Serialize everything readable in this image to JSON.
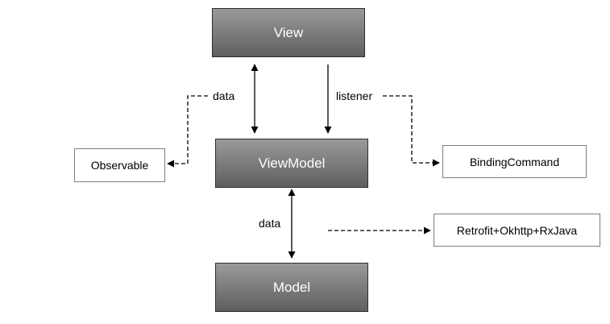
{
  "nodes": {
    "view": "View",
    "viewmodel": "ViewModel",
    "model": "Model",
    "observable": "Observable",
    "binding_command": "BindingCommand",
    "network_stack": "Retrofit+Okhttp+RxJava"
  },
  "edge_labels": {
    "view_vm_data": "data",
    "view_vm_listener": "listener",
    "vm_model_data": "data"
  },
  "colors": {
    "dark_node_fill": "#7c7c7c",
    "line": "#000000"
  }
}
